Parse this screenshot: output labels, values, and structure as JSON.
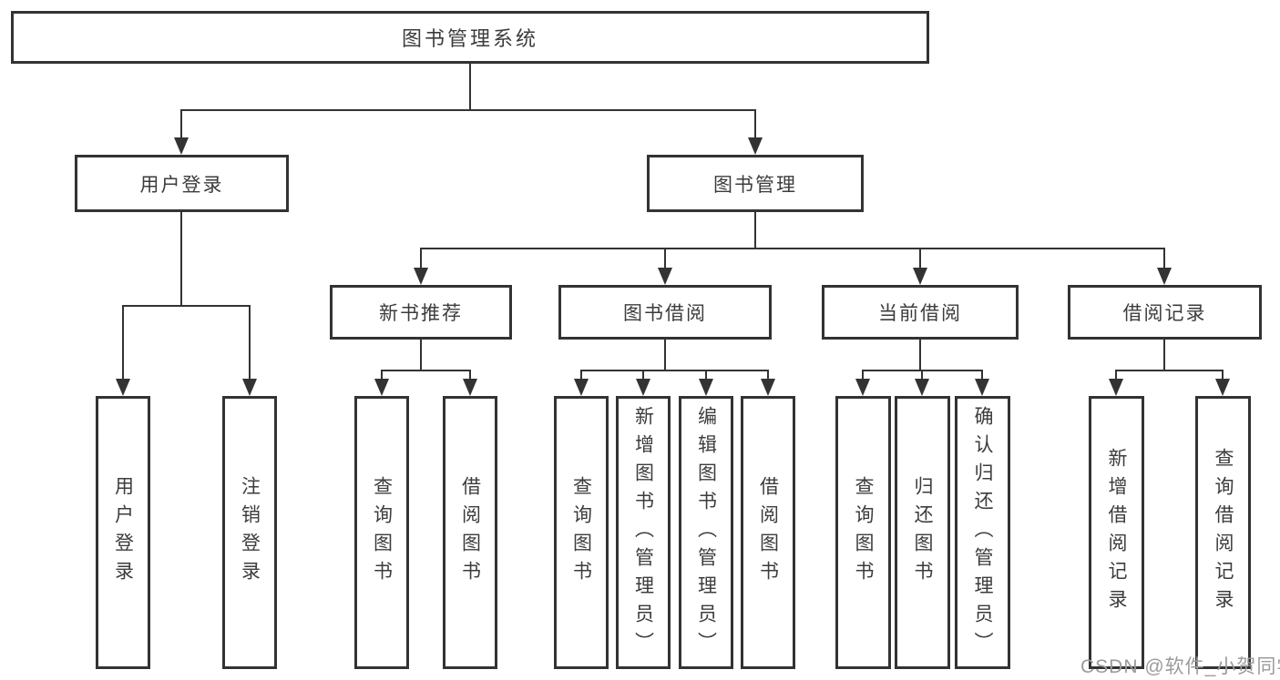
{
  "watermark": "CSDN @软件_小贺同学",
  "colors": {
    "line": "#333333",
    "text": "#3c3c3c",
    "background": "#ffffff",
    "watermark": "#9b9b9b"
  },
  "tree": {
    "root": {
      "label": "图书管理系统",
      "children": [
        {
          "label": "用户登录",
          "children": [
            {
              "label": "用户登录"
            },
            {
              "label": "注销登录"
            }
          ]
        },
        {
          "label": "图书管理",
          "children": [
            {
              "label": "新书推荐",
              "children": [
                {
                  "label": "查询图书"
                },
                {
                  "label": "借阅图书"
                }
              ]
            },
            {
              "label": "图书借阅",
              "children": [
                {
                  "label": "查询图书"
                },
                {
                  "label": "新增图书（管理员）"
                },
                {
                  "label": "编辑图书（管理员）"
                },
                {
                  "label": "借阅图书"
                }
              ]
            },
            {
              "label": "当前借阅",
              "children": [
                {
                  "label": "查询图书"
                },
                {
                  "label": "归还图书"
                },
                {
                  "label": "确认归还（管理员）"
                }
              ]
            },
            {
              "label": "借阅记录",
              "children": [
                {
                  "label": "新增借阅记录"
                },
                {
                  "label": "查询借阅记录"
                }
              ]
            }
          ]
        }
      ]
    }
  }
}
